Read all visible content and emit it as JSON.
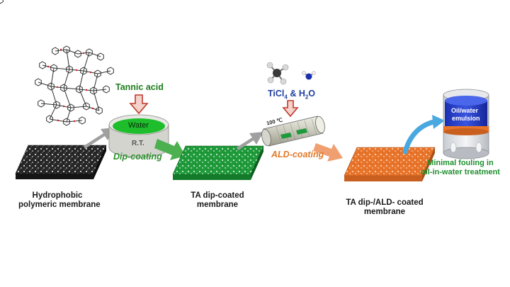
{
  "labels": {
    "tannic_acid": "Tannic acid",
    "water": "Water",
    "rt": "R.T.",
    "dip_coating": "Dip-coating",
    "precursors_a": "TiCl",
    "precursors_sub": "4",
    "precursors_b": " & H",
    "precursors_sub2": "2",
    "precursors_c": "O",
    "temperature": "100 ℃",
    "ald_coating": "ALD-coating",
    "oil_water": "Oil/water",
    "emulsion": "emulsion",
    "result_line1": "Minimal fouling in",
    "result_line2": "oil-in-water treatment"
  },
  "membranes": [
    {
      "caption_line1": "Hydrophobic",
      "caption_line2": "polymeric membrane",
      "color": "#2b2b2b"
    },
    {
      "caption_line1": "TA dip-coated",
      "caption_line2": "membrane",
      "color": "#1f9a3a"
    },
    {
      "caption_line1": "TA dip-/ALD- coated",
      "caption_line2": "membrane",
      "color": "#e8742a"
    }
  ],
  "colors": {
    "tannic_acid": "#1e7d1e",
    "dip_coating": "#2a8f2a",
    "ald_coating": "#e07a2a",
    "precursors": "#1f3fa0",
    "result": "#1f8f2f",
    "gray_arrow": "#a0a0a0",
    "green_arrow": "#4caf50",
    "orange_arrow": "#f0a070",
    "blue_arrow": "#4aa8e0",
    "red_arrow": "#c0392b"
  }
}
